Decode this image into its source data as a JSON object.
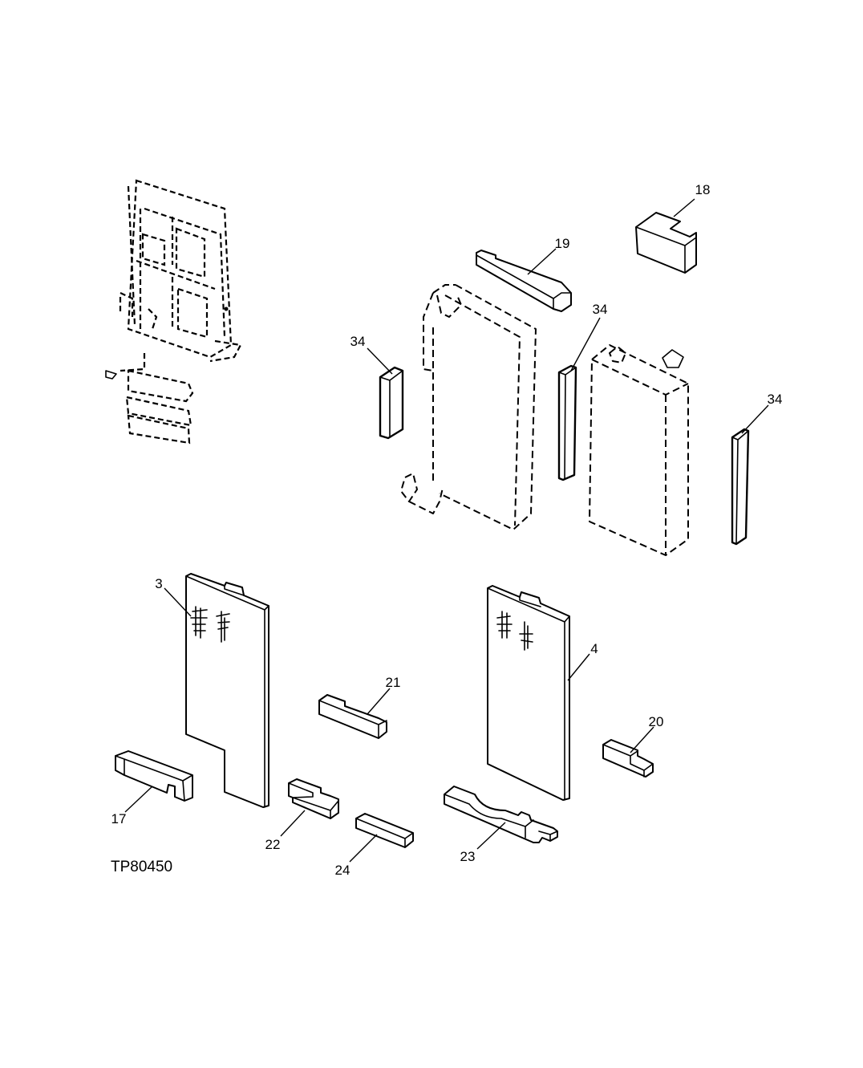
{
  "figure_id": "TP80450",
  "callouts": {
    "c3": "3",
    "c4": "4",
    "c17": "17",
    "c18": "18",
    "c19": "19",
    "c20": "20",
    "c21": "21",
    "c22": "22",
    "c23": "23",
    "c24": "24",
    "c34a": "34",
    "c34b": "34",
    "c34c": "34"
  }
}
